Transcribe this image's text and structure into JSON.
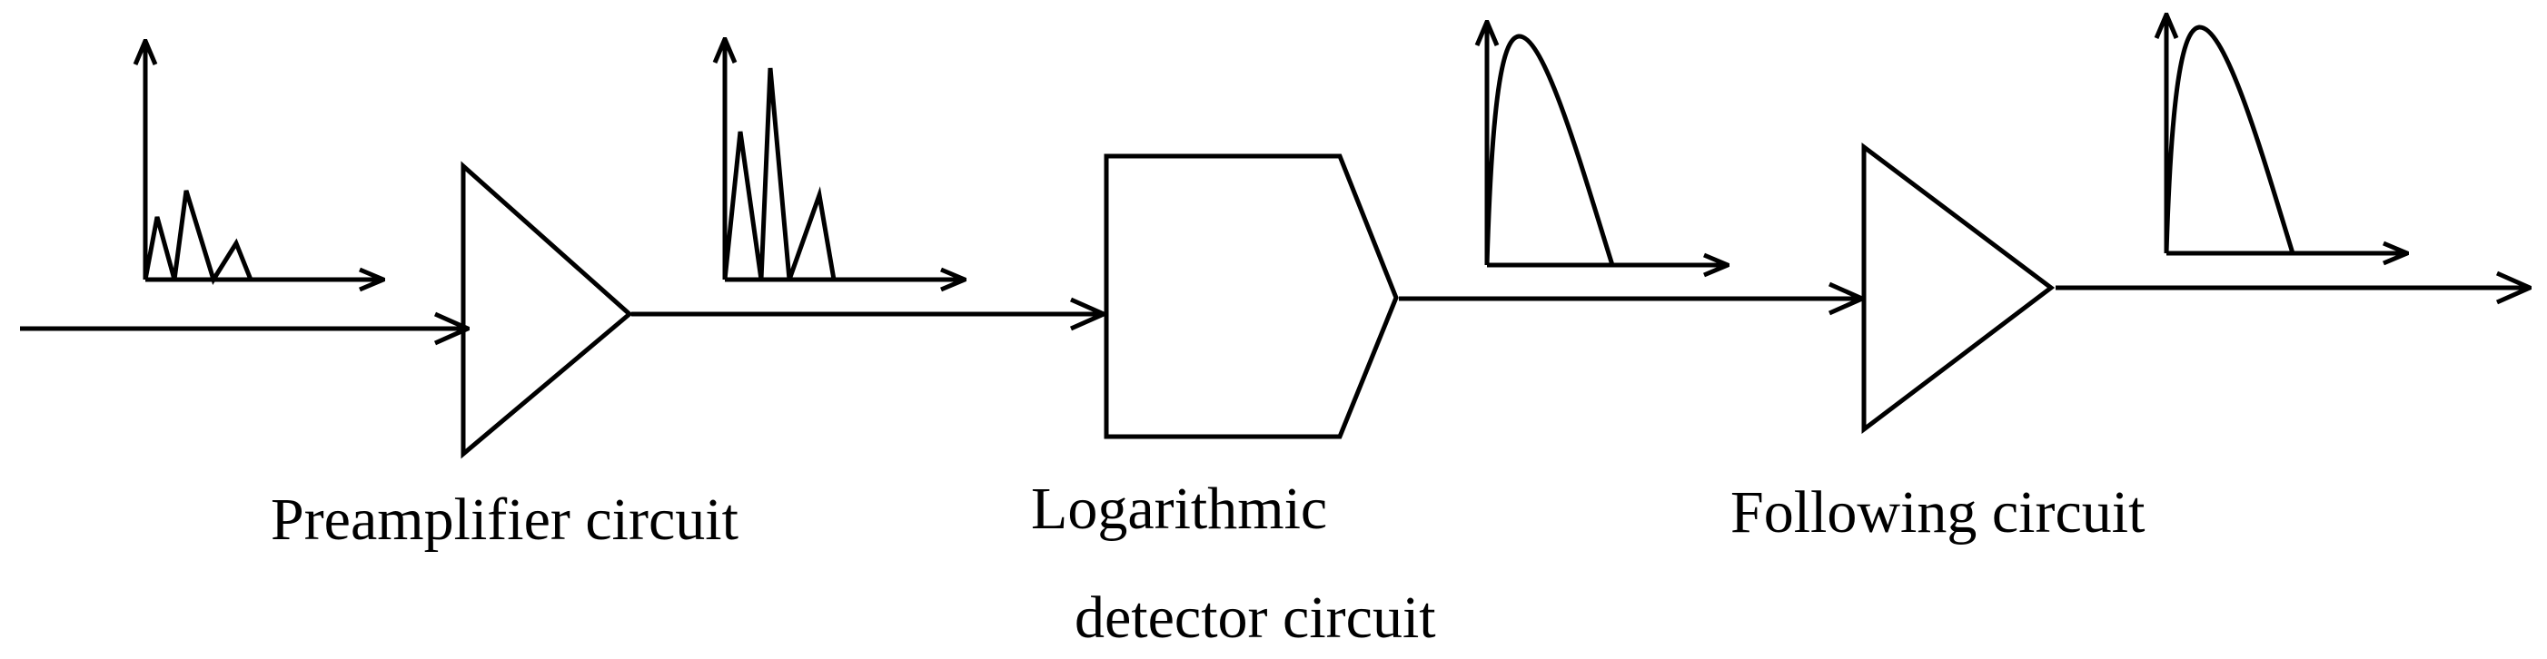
{
  "labels": {
    "preamplifier": "Preamplifier circuit",
    "logarithmic_line1": "Logarithmic",
    "logarithmic_line2": "detector circuit",
    "following": "Following circuit"
  },
  "colors": {
    "stroke": "#000000",
    "background": "#ffffff"
  },
  "blocks": [
    "amplifier-triangle",
    "logarithmic-detector-pentagon",
    "follower-triangle"
  ]
}
